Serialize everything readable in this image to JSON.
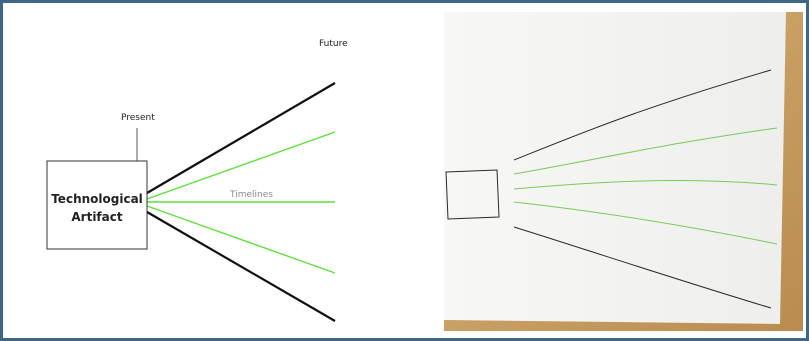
{
  "diagram": {
    "labels": {
      "future": "Future",
      "present": "Present",
      "artifact_line1": "Technological",
      "artifact_line2": "Artifact",
      "timelines": "Timelines"
    },
    "colors": {
      "frame_border": "#3f6783",
      "black_line": "#111111",
      "green_line": "#5fe03a",
      "label_text": "#222222",
      "timelines_text": "#8a8a8a"
    }
  },
  "photo": {
    "description_colors": {
      "paper": "#f4f4f2",
      "table_wood": "#c9a064",
      "pencil_black": "#2a2a2a",
      "pencil_green": "#7cc95a"
    }
  }
}
